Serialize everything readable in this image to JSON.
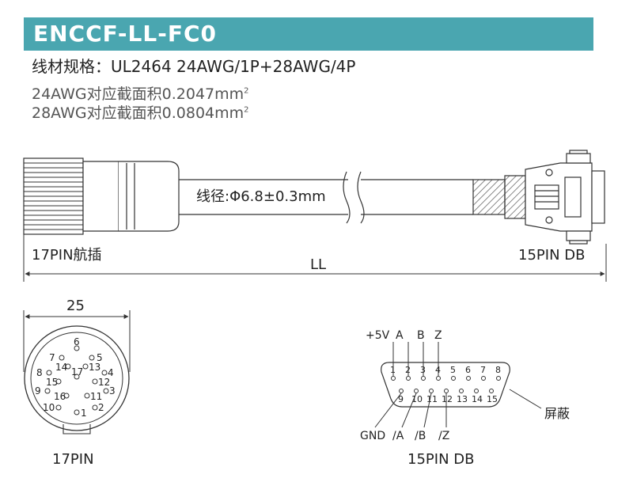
{
  "header": {
    "title": "ENCCF-LL-FC0",
    "spec_main": "线材规格：UL2464 24AWG/1P+28AWG/4P",
    "spec_24_prefix": "24AWG对应截面积0.2047mm",
    "spec_28_prefix": "28AWG对应截面积0.0804mm",
    "spec_superscript": "2"
  },
  "cable": {
    "diameter_label": "线径:Φ6.8±0.3mm",
    "left_connector_label": "17PIN航插",
    "right_connector_label": "15PIN DB",
    "length_label": "LL"
  },
  "circular_connector": {
    "width_label": "25",
    "caption": "17PIN",
    "pins": [
      "1",
      "2",
      "3",
      "4",
      "5",
      "6",
      "7",
      "8",
      "9",
      "10",
      "11",
      "12",
      "13",
      "14",
      "15",
      "16",
      "17"
    ]
  },
  "db_connector": {
    "caption": "15PIN DB",
    "top_pins": [
      "1",
      "2",
      "3",
      "4",
      "5",
      "6",
      "7",
      "8"
    ],
    "bottom_pins": [
      "9",
      "10",
      "11",
      "12",
      "13",
      "14",
      "15"
    ],
    "top_signals": [
      "+5V",
      "A",
      "B",
      "Z"
    ],
    "bottom_signals": [
      "GND",
      "/A",
      "/B",
      "/Z"
    ],
    "shield_label": "屏蔽"
  },
  "colors": {
    "title_bar": "#4aa6b0",
    "title_text": "#ffffff",
    "line": "#333333",
    "hatch": "#555555"
  }
}
